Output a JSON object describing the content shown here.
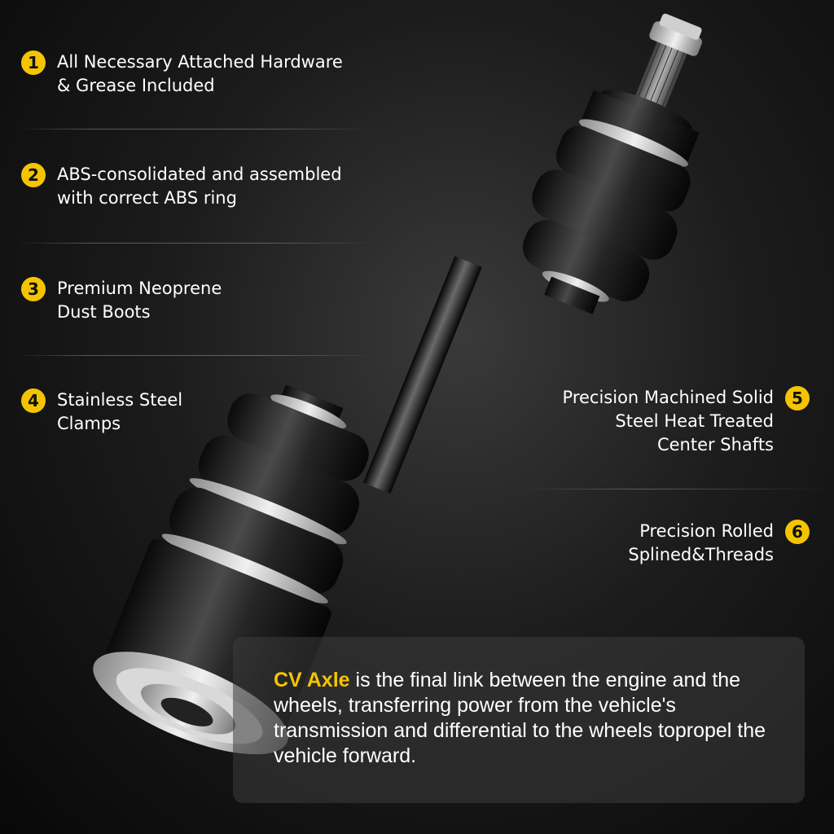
{
  "features": [
    {
      "num": "1",
      "lines": [
        "All Necessary Attached Hardware",
        "& Grease Included"
      ]
    },
    {
      "num": "2",
      "lines": [
        "ABS-consolidated and assembled",
        "with correct ABS ring"
      ]
    },
    {
      "num": "3",
      "lines": [
        "Premium Neoprene",
        "Dust Boots"
      ]
    },
    {
      "num": "4",
      "lines": [
        "Stainless Steel",
        "Clamps"
      ]
    },
    {
      "num": "5",
      "lines": [
        "Precision Machined Solid",
        "Steel Heat Treated",
        "Center Shafts"
      ]
    },
    {
      "num": "6",
      "lines": [
        "Precision Rolled",
        "Splined&Threads"
      ]
    }
  ],
  "description": {
    "highlight": "CV Axle",
    "body": " is the final link between the engine and the wheels, transferring power from the vehicle's transmission and differential to the wheels topropel the vehicle forward."
  },
  "colors": {
    "accent": "#f5c400",
    "background": "#111111",
    "text": "#ffffff"
  },
  "icons": [
    "cv-axle-product-image"
  ]
}
